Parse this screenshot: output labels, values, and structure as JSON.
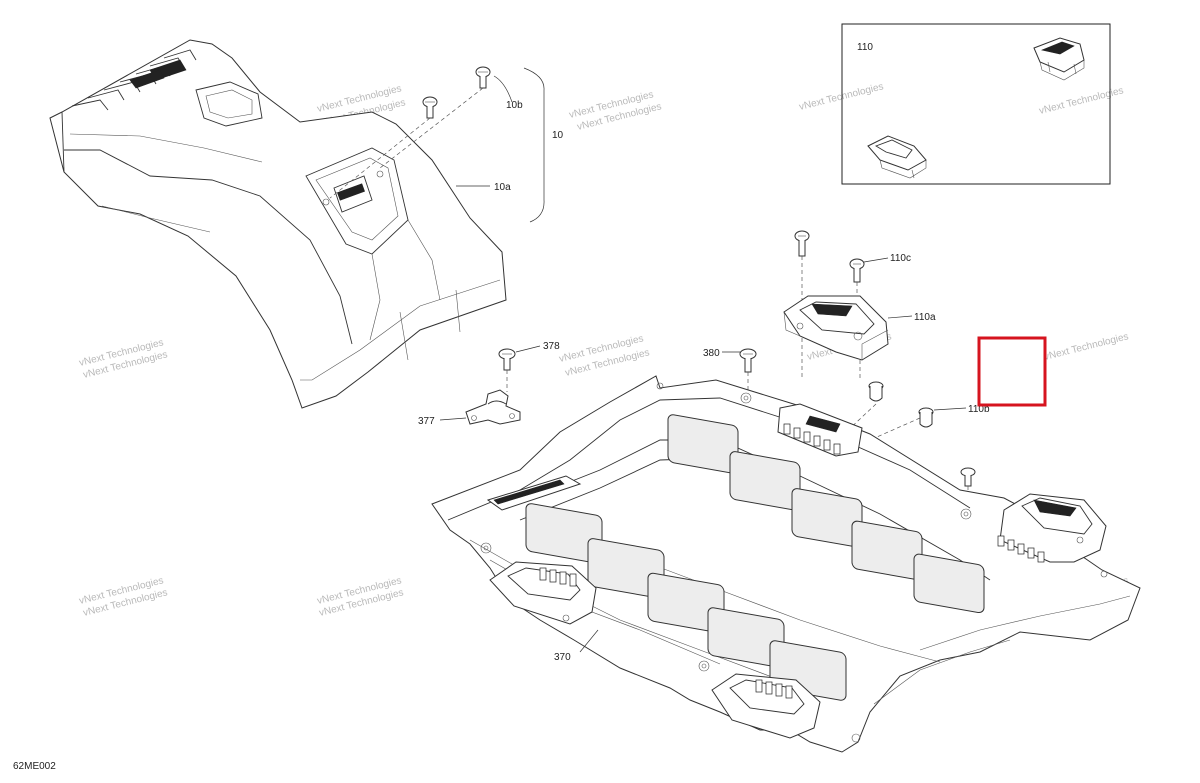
{
  "diagram": {
    "code": "62ME002",
    "watermark": "vNext Technologies",
    "callouts": {
      "c10": "10",
      "c10a": "10a",
      "c10b": "10b",
      "c110": "110",
      "c110a": "110a",
      "c110b": "110b",
      "c110c": "110c",
      "c370": "370",
      "c377": "377",
      "c378": "378",
      "c380": "380"
    },
    "highlight_color": "#d6141f"
  }
}
